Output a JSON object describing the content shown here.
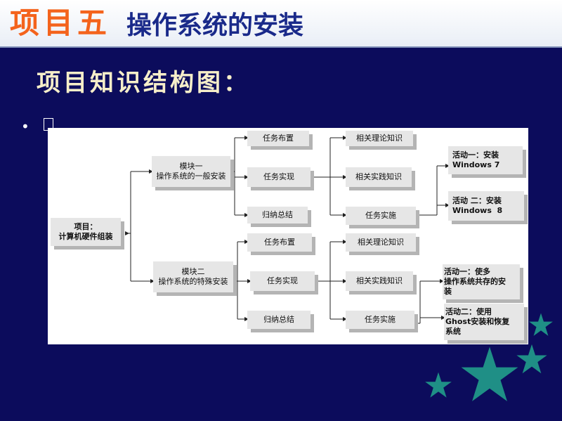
{
  "header": {
    "project_label": "项目五",
    "topic": "操作系统的安装"
  },
  "subtitle": "项目知识结构图：",
  "bullet": "•",
  "diagram": {
    "root": "项目：\n计算机硬件组装",
    "module1": "模块一\n操作系统的一般安装",
    "module2": "模块二\n操作系统的特殊安装",
    "m1_tasks": [
      "任务布置",
      "任务实现",
      "归纳总结"
    ],
    "m2_tasks": [
      "任务布置",
      "任务实现",
      "归纳总结"
    ],
    "m1_knowledge": [
      "相关理论知识",
      "相关实践知识",
      "任务实施"
    ],
    "m2_knowledge": [
      "相关理论知识",
      "相关实践知识",
      "任务实施"
    ],
    "m1_activities": [
      "活动一：安装\nWindows 7",
      "活动 二：安装\nWindows  8"
    ],
    "m2_activities": [
      "活动一：使多\n操作系统共存的安\n装",
      "活动二：使用\nGhost安装和恢复\n系统"
    ]
  },
  "colors": {
    "background": "#0c0c5c",
    "project_label": "#f4631c",
    "topic": "#1a2a8a",
    "star": "#1f8f86"
  }
}
